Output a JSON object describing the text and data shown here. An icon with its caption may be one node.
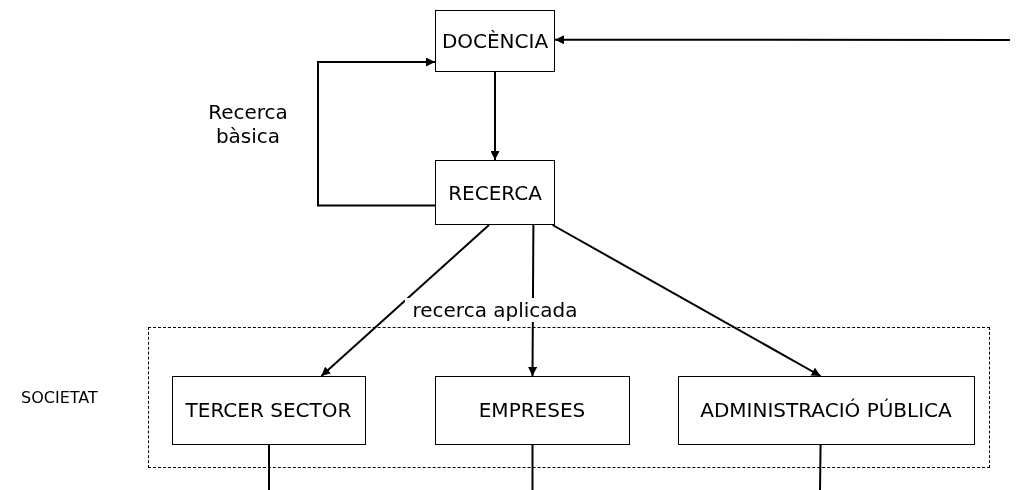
{
  "diagram": {
    "nodes": [
      {
        "text": [
          "DOCÈNCIA"
        ]
      },
      {
        "text": [
          "RECERCA"
        ]
      },
      {
        "text": [
          "SOCIETAT"
        ]
      },
      {
        "text": [
          "TERCER SECTOR"
        ],
        "in": 2
      },
      {
        "text": [
          "EMPRESES"
        ],
        "in": 2
      },
      {
        "text": [
          "ADMINISTRACIÓ PÚBLICA"
        ],
        "in": 2
      }
    ],
    "edges": [
      {
        "from": 0,
        "to": 1,
        "arrow": "to"
      },
      {
        "from": 1,
        "to": 0,
        "arrow": "to",
        "label": "Recerca bàsica"
      },
      {
        "from": null,
        "to": 0,
        "arrow": "to"
      },
      {
        "from": 1,
        "to": 3,
        "arrow": "to"
      },
      {
        "from": 1,
        "to": 4,
        "arrow": "to",
        "label": "recerca aplicada"
      },
      {
        "from": 1,
        "to": 5,
        "arrow": "to"
      },
      {
        "from": 3,
        "to": null,
        "arrow": "none"
      },
      {
        "from": 4,
        "to": null,
        "arrow": "none"
      },
      {
        "from": 5,
        "to": null,
        "arrow": "none"
      }
    ]
  }
}
